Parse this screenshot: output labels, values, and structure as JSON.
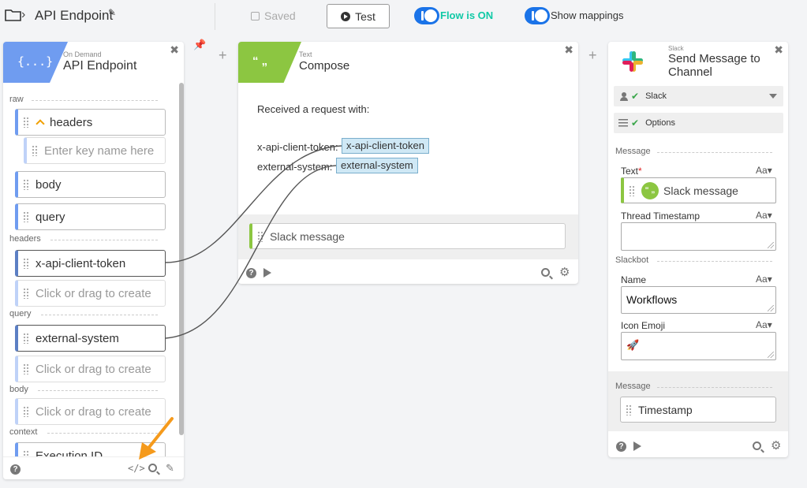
{
  "topbar": {
    "title": "API Endpoint",
    "saved_label": "Saved",
    "test_label": "Test",
    "flow_toggle_label": "Flow is ON",
    "mappings_toggle_label": "Show mappings",
    "accent_color": "#1a73e8",
    "flow_on_color": "#10c9a6"
  },
  "left_panel": {
    "badge": "{...}",
    "subtitle": "On Demand",
    "title": "API Endpoint",
    "sections": {
      "raw": "raw",
      "headers": "headers",
      "query": "query",
      "body": "body",
      "context": "context"
    },
    "fields": {
      "headers": "headers",
      "key_placeholder": "Enter key name here",
      "body": "body",
      "query": "query",
      "x_api_client_token": "x-api-client-token",
      "create_1": "Click or drag to create",
      "external_system": "external-system",
      "create_2": "Click or drag to create",
      "create_3": "Click or drag to create",
      "execution_id": "Execution ID"
    },
    "footer_icons": [
      "help-icon",
      "code-icon",
      "search-icon",
      "pencil-icon"
    ],
    "brand_color": "#6f9cf0"
  },
  "mid_panel": {
    "badge": "“ „",
    "subtitle": "Text",
    "title": "Compose",
    "line1": "Received a request with:",
    "line2_prefix": "x-api-client-token:",
    "line2_token": "x-api-client-token",
    "line3_prefix": "external-system:",
    "line3_token": "external-system",
    "output_field": "Slack message",
    "brand_color": "#8cc641"
  },
  "right_panel": {
    "subtitle": "Slack",
    "title": "Send Message to Channel",
    "account_label": "Slack",
    "options_label": "Options",
    "section_message": "Message",
    "text_label": "Text",
    "text_required": "*",
    "text_value": "Slack message",
    "thread_label": "Thread Timestamp",
    "section_slackbot": "Slackbot",
    "name_label": "Name",
    "name_value": "Workflows",
    "emoji_label": "Icon Emoji",
    "emoji_value": "🚀",
    "aa": "Aa",
    "output_section": "Message",
    "output_field": "Timestamp"
  }
}
